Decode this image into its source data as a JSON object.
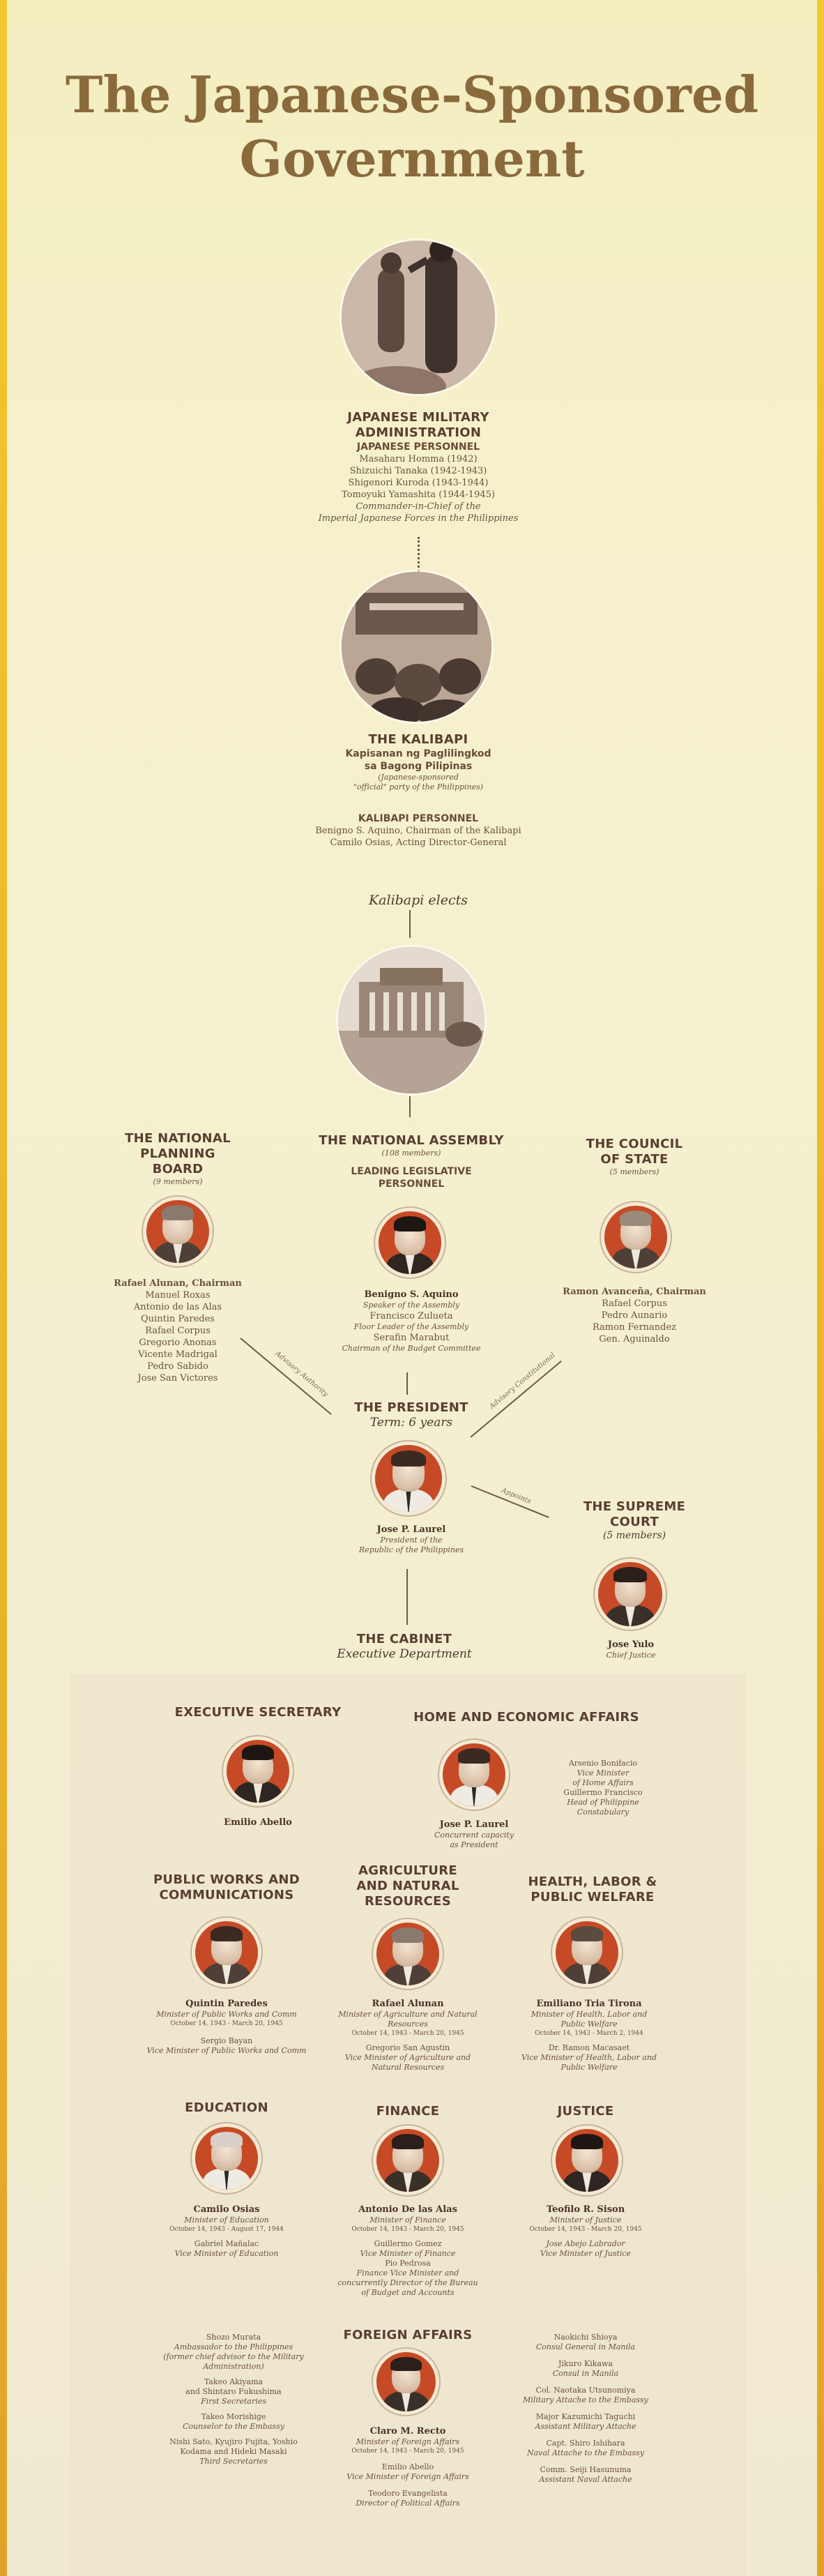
{
  "title_line1": "The Japanese-Sponsored",
  "title_line2": "Government",
  "jma": {
    "heading1": "JAPANESE MILITARY",
    "heading2": "ADMINISTRATION",
    "personnel_label": "JAPANESE PERSONNEL",
    "people": [
      "Masaharu Homma (1942)",
      "Shizuichi Tanaka (1942-1943)",
      "Shigenori Kuroda (1943-1944)",
      "Tomoyuki Yamashita (1944-1945)"
    ],
    "note1": "Commander-in-Chief of the",
    "note2": "Imperial Japanese Forces in the Philippines"
  },
  "kalibapi": {
    "heading": "THE KALIBAPI",
    "sub1": "Kapisanan ng Paglilingkod",
    "sub2": "sa Bagong Pilipinas",
    "note1": "(Japanese-sponsored",
    "note2": "\"official\" party of the Philippines)",
    "personnel_label": "KALIBAPI PERSONNEL",
    "person1": "Benigno S. Aquino, Chairman of the Kalibapi",
    "person2": "Camilo Osias, Acting Director-General",
    "elects": "Kalibapi elects"
  },
  "planning_board": {
    "h1": "THE NATIONAL",
    "h2": "PLANNING",
    "h3": "BOARD",
    "members": "(9 members)",
    "chair": "Rafael Alunan, Chairman",
    "people": [
      "Manuel Roxas",
      "Antonio de las Alas",
      "Quintin Paredes",
      "Rafael Corpus",
      "Gregorio Anonas",
      "Vicente Madrigal",
      "Pedro Sabido",
      "Jose San Victores"
    ]
  },
  "assembly": {
    "heading": "THE NATIONAL ASSEMBLY",
    "members": "(108 members)",
    "leading1": "LEADING LEGISLATIVE",
    "leading2": "PERSONNEL",
    "name": "Benigno S. Aquino",
    "role": "Speaker of the Assembly",
    "person2": "Francisco Zulueta",
    "role2": "Floor Leader of the Assembly",
    "person3": "Serafin Marabut",
    "role3": "Chairman of the Budget Committee"
  },
  "council": {
    "h1": "THE COUNCIL",
    "h2": "OF STATE",
    "members": "(5 members)",
    "chair": "Ramon Avanceña, Chairman",
    "people": [
      "Rafael Corpus",
      "Pedro Aunario",
      "Ramon Fernandez",
      "Gen. Aguinaldo"
    ]
  },
  "president": {
    "heading": "THE PRESIDENT",
    "term": "Term: 6 years",
    "name": "Jose P. Laurel",
    "role1": "President of the",
    "role2": "Republic of the Philippines",
    "advisory_left": "Advisory Authority",
    "advisory_right": "Advisory Constitutional",
    "appoints": "Appoints"
  },
  "supreme_court": {
    "h1": "THE SUPREME",
    "h2": "COURT",
    "members": "(5 members)",
    "name": "Jose Yulo",
    "role": "Chief Justice"
  },
  "cabinet": {
    "heading": "THE CABINET",
    "sub": "Executive Department"
  },
  "exec_sec": {
    "heading": "EXECUTIVE SECRETARY",
    "name": "Emilio Abello"
  },
  "home_econ": {
    "heading": "HOME AND ECONOMIC AFFAIRS",
    "name": "Jose P. Laurel",
    "role1": "Concurrent capacity",
    "role2": "as President",
    "side": [
      "Arsenio Bonifacio",
      "Vice Minister",
      "of Home Affairs",
      "Guillermo Francisco",
      "Head of Philippine",
      "Constabulary"
    ]
  },
  "public_works": {
    "h1": "PUBLIC WORKS AND",
    "h2": "COMMUNICATIONS",
    "name": "Quintin Paredes",
    "role": "Minister of Public Works and Comm",
    "dates": "October 14, 1943 - March 20, 1945",
    "vice": "Sergio Bayan",
    "vice_role": "Vice Minister of Public Works and Comm"
  },
  "agriculture": {
    "h1": "AGRICULTURE",
    "h2": "AND NATURAL",
    "h3": "RESOURCES",
    "name": "Rafael Alunan",
    "role1": "Minister of Agriculture and Natural",
    "role2": "Resources",
    "dates": "October 14, 1943 - March 20, 1945",
    "vice": "Gregorio San Agustin",
    "vice_role1": "Vice Minister of Agriculture and",
    "vice_role2": "Natural Resources"
  },
  "health": {
    "h1": "HEALTH, LABOR &",
    "h2": "PUBLIC WELFARE",
    "name": "Emiliano Tria Tirona",
    "role1": "Minister of Health, Labor and",
    "role2": "Public Welfare",
    "dates": "October 14, 1943 - March 2, 1944",
    "vice": "Dr. Ramon Macasaet",
    "vice_role1": "Vice Minister of Health, Labor and",
    "vice_role2": "Public Welfare"
  },
  "education": {
    "heading": "EDUCATION",
    "name": "Camilo Osias",
    "role": "Minister of Education",
    "dates": "October 14, 1943 - August 17, 1944",
    "vice": "Gabriel Mañalac",
    "vice_role": "Vice Minister of Education"
  },
  "finance": {
    "heading": "FINANCE",
    "name": "Antonio De las Alas",
    "role": "Minister of Finance",
    "dates": "October 14, 1943 - March 20, 1945",
    "vice": "Guillermo Gomez",
    "vice_role": "Vice Minister of Finance",
    "p3": "Pio Pedrosa",
    "p3_role1": "Finance Vice Minister and",
    "p3_role2": "concurrently Director of the Bureau",
    "p3_role3": "of Budget and Accounts"
  },
  "justice": {
    "heading": "JUSTICE",
    "name": "Teofilo R. Sison",
    "role": "Minister of Justice",
    "dates": "October 14, 1943 - March 20, 1945",
    "vice": "Jose Abejo Labrador",
    "vice_role": "Vice Minister of Justice"
  },
  "foreign": {
    "heading": "FOREIGN AFFAIRS",
    "name": "Claro M. Recto",
    "role": "Minister of Foreign Affairs",
    "dates": "October 14, 1943 - March 20, 1945",
    "vice": "Emilio Abello",
    "vice_role": "Vice Minister of Foreign Affairs",
    "p3": "Teodoro Evangelista",
    "p3_role": "Director of Political Affairs",
    "left": [
      {
        "name": "Shozo Murata",
        "role1": "Ambassador to the Philippines",
        "role2": "(former chief advisor to the Military",
        "role3": "Administration)"
      },
      {
        "name": "Takeo Akiyama",
        "role1": "and Shintaro Fukushima",
        "role2": "First Secretaries",
        "role3": ""
      },
      {
        "name": "Takeo Morishige",
        "role1": "Counselor to the Embassy",
        "role2": "",
        "role3": ""
      },
      {
        "name": "Nishi Sato, Kyujiro Fujita, Yoshio",
        "role1": "Kodama and Hideki Masaki",
        "role2": "Third Secretaries",
        "role3": ""
      }
    ],
    "right": [
      {
        "name": "Naokichi Shioya",
        "role": "Consul General in Manila"
      },
      {
        "name": "Jikuro Kikawa",
        "role": "Consul in Manila"
      },
      {
        "name": "Col. Naotaka Utsunomiya",
        "role": "Military Attache to the Embassy"
      },
      {
        "name": "Major Kazumichi Taguchi",
        "role": "Assistant Military Attache"
      },
      {
        "name": "Capt. Shiro Ishihara",
        "role": "Naval Attache to the Embassy"
      },
      {
        "name": "Comm. Seiji Hasunuma",
        "role": "Assistant Naval Attache"
      }
    ]
  }
}
